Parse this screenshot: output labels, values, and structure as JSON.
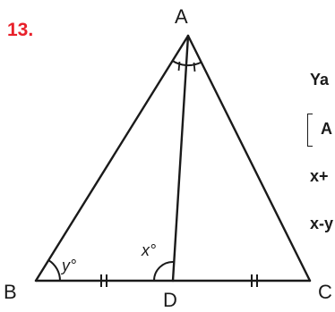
{
  "problem": {
    "number": "13."
  },
  "points": {
    "A": "A",
    "B": "B",
    "C": "C",
    "D": "D"
  },
  "angles": {
    "y": "y°",
    "x": "x°"
  },
  "side_text": {
    "line1": "Ya",
    "line2": "A",
    "line3": "x+",
    "line4": "x-y"
  },
  "colors": {
    "problem_number": "#e8202a",
    "stroke": "#1a1a1a"
  }
}
